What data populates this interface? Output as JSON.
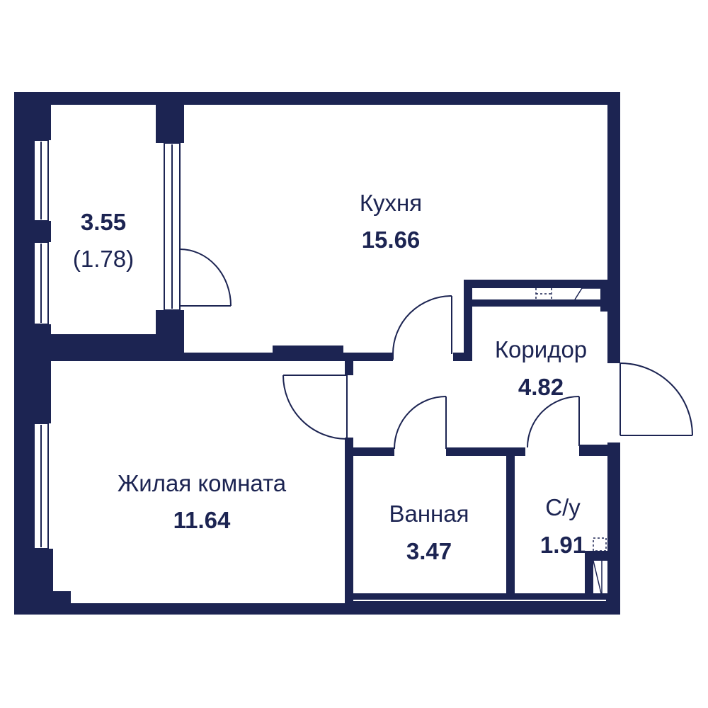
{
  "colors": {
    "wall": "#1c2452",
    "background": "#ffffff",
    "text": "#1c2452"
  },
  "rooms": {
    "balcony": {
      "area": "3.55",
      "area_reduced": "(1.78)"
    },
    "kitchen": {
      "name": "Кухня",
      "area": "15.66"
    },
    "corridor": {
      "name": "Коридор",
      "area": "4.82"
    },
    "living_room": {
      "name": "Жилая комната",
      "area": "11.64"
    },
    "bathroom": {
      "name": "Ванная",
      "area": "3.47"
    },
    "wc": {
      "name": "С/у",
      "area": "1.91"
    }
  }
}
